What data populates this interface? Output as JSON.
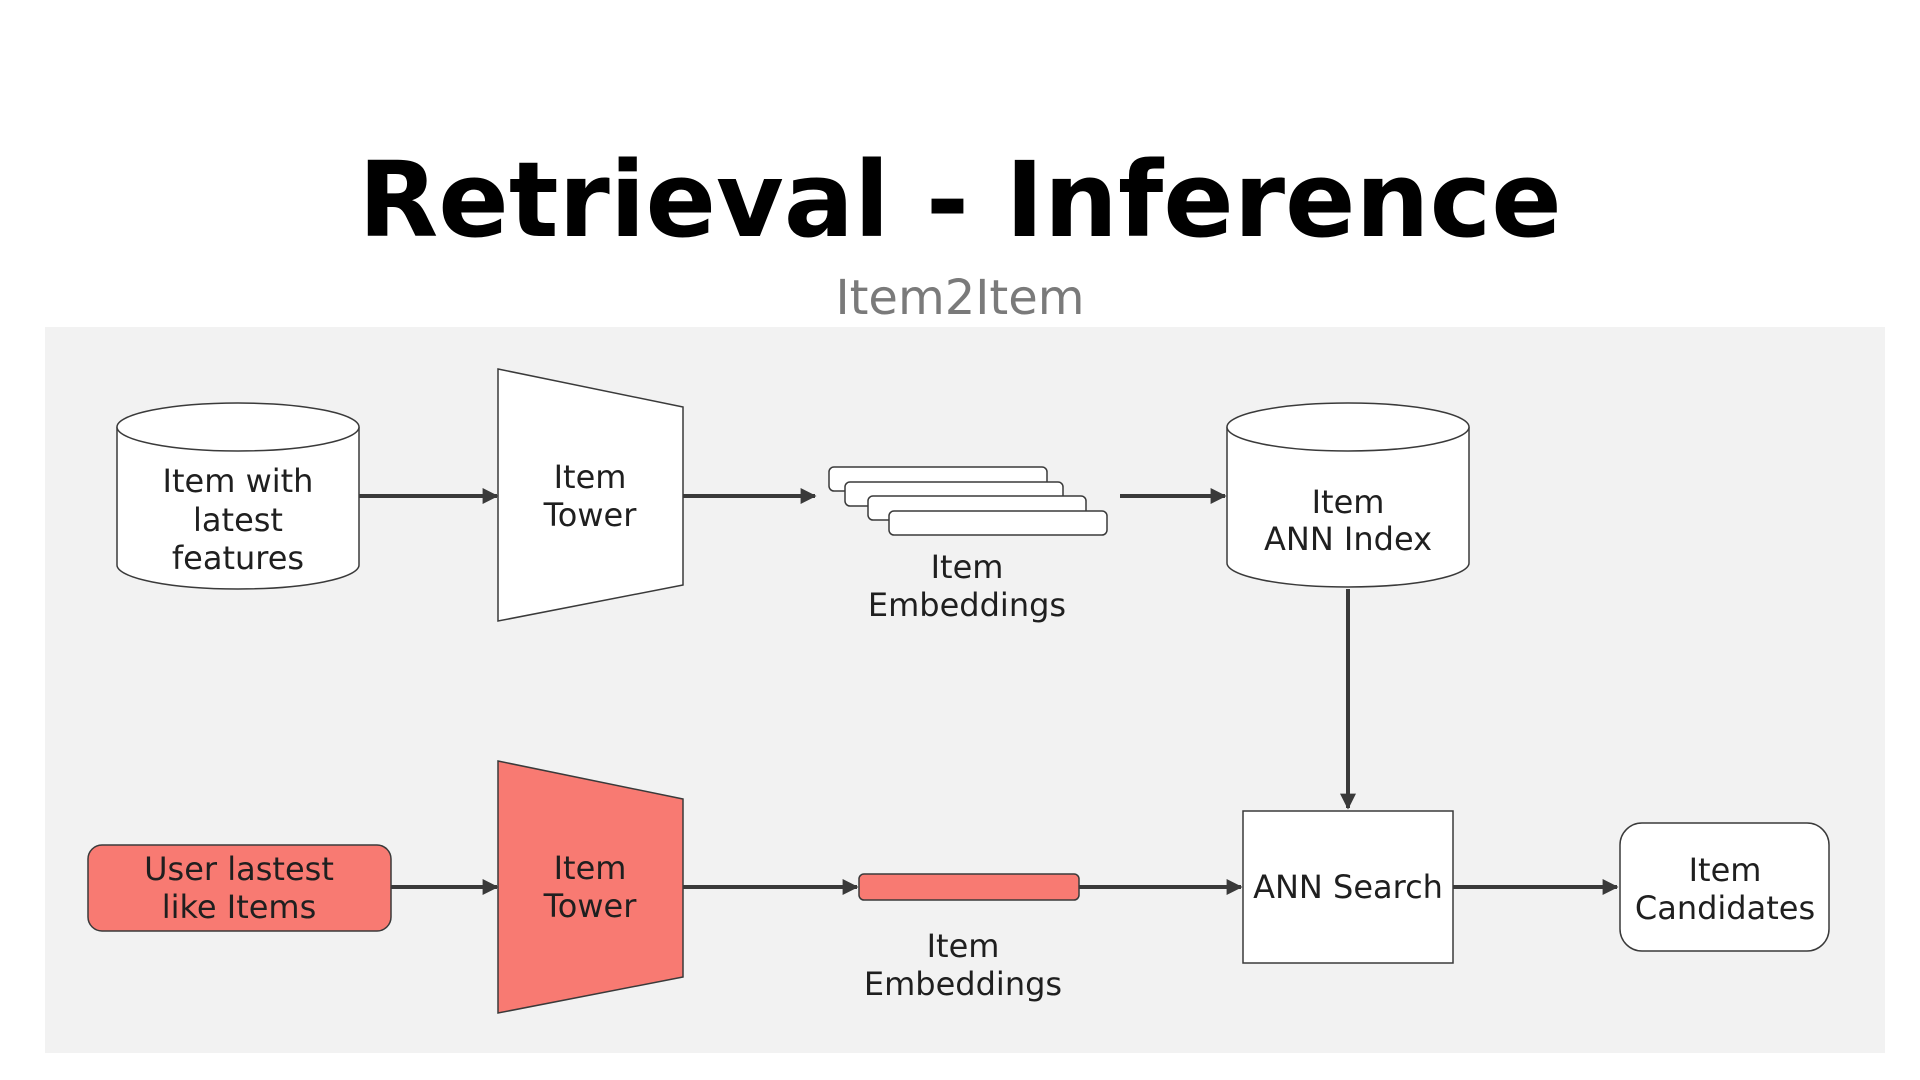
{
  "title": "Retrieval - Inference",
  "subtitle": "Item2Item",
  "colors": {
    "panel": "#f2f2f2",
    "highlight": "#f87a72",
    "stroke": "#3a3a3a",
    "text": "#1f1f1f",
    "subtitle": "#7a7a7a"
  },
  "nodes": {
    "item_features_db": {
      "line1": "Item with",
      "line2": "latest",
      "line3": "features"
    },
    "item_tower_top": {
      "line1": "Item",
      "line2": "Tower"
    },
    "item_embeddings_top": {
      "line1": "Item",
      "line2": "Embeddings"
    },
    "item_ann_index": {
      "line1": "Item",
      "line2": "ANN Index"
    },
    "user_liked_items": {
      "line1": "User lastest",
      "line2": "like Items"
    },
    "item_tower_bottom": {
      "line1": "Item",
      "line2": "Tower"
    },
    "item_embeddings_bottom": {
      "line1": "Item",
      "line2": "Embeddings"
    },
    "ann_search": {
      "label": "ANN Search"
    },
    "item_candidates": {
      "line1": "Item",
      "line2": "Candidates"
    }
  }
}
